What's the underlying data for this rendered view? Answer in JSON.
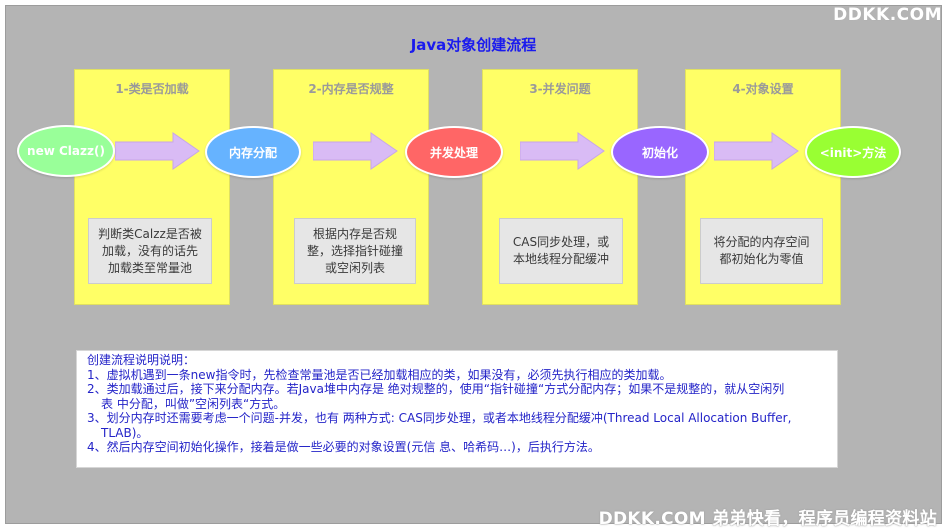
{
  "title": "Java对象创建流程",
  "stages": [
    {
      "label": "1-类是否加载",
      "note": "判断类Calzz是否被加载，没有的话先加载类至常量池"
    },
    {
      "label": "2-内存是否规整",
      "note": "根据内存是否规整，选择指针碰撞或空闲列表"
    },
    {
      "label": "3-并发问题",
      "note": "CAS同步处理，或本地线程分配缓冲"
    },
    {
      "label": "4-对象设置",
      "note": "将分配的内存空间都初始化为零值"
    }
  ],
  "nodes": [
    {
      "label": "new Clazz()",
      "color": "#99ff99"
    },
    {
      "label": "内存分配",
      "color": "#66b3ff"
    },
    {
      "label": "并发处理",
      "color": "#ff6666"
    },
    {
      "label": "初始化",
      "color": "#9966ff"
    },
    {
      "label": "<init>方法",
      "color": "#99ff33"
    }
  ],
  "colors": {
    "stage_fill": "#ffff66",
    "arrow_fill": "#d9bbf5",
    "title": "#1a1aee",
    "desc_text": "#2424c8"
  },
  "description": {
    "heading": "创建流程说明说明：",
    "lines": [
      "1、虚拟机遇到一条new指令时，先检查常量池是否已经加载相应的类，如果没有，必须先执行相应的类加载。",
      "2、类加载通过后，接下来分配内存。若Java堆中内存是 绝对规整的，使用“指针碰撞“方式分配内存；如果不是规整的，就从空闲列",
      "表 中分配，叫做”空闲列表“方式。",
      "3、划分内存时还需要考虑一个问题-并发，也有 两种方式: CAS同步处理，或者本地线程分配缓冲(Thread Local Allocation Buffer,",
      "TLAB)。",
      "4、然后内存空间初始化操作，接着是做一些必要的对象设置(元信 息、哈希码…)，后执行方法。"
    ]
  },
  "watermark": {
    "top": "DDKK.COM",
    "bottom": "DDKK.COM 弟弟快看，程序员编程资料站"
  }
}
